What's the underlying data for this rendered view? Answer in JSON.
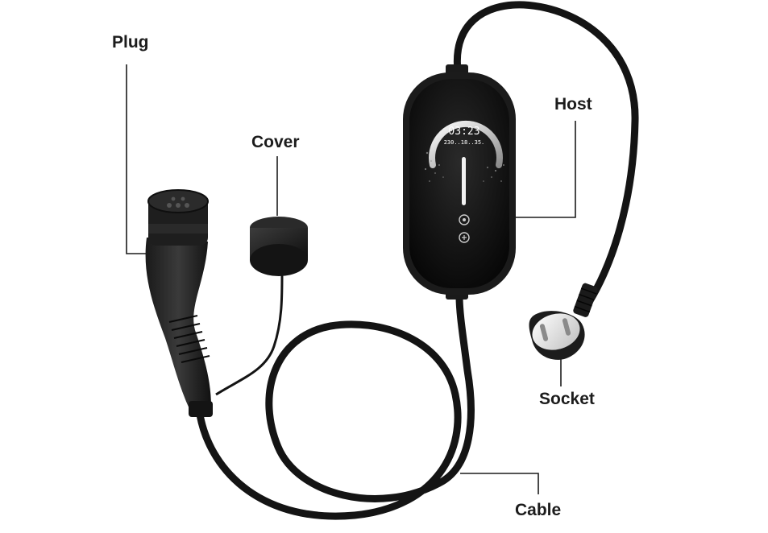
{
  "labels": {
    "plug": "Plug",
    "cover": "Cover",
    "host": "Host",
    "socket": "Socket",
    "cable": "Cable"
  },
  "host_display": {
    "time": "03:23",
    "readings": "230..18..35."
  },
  "colors": {
    "label_text": "#1c1c1c",
    "leader_line": "#1c1c1c",
    "device_body": "#111111",
    "background": "#ffffff"
  }
}
